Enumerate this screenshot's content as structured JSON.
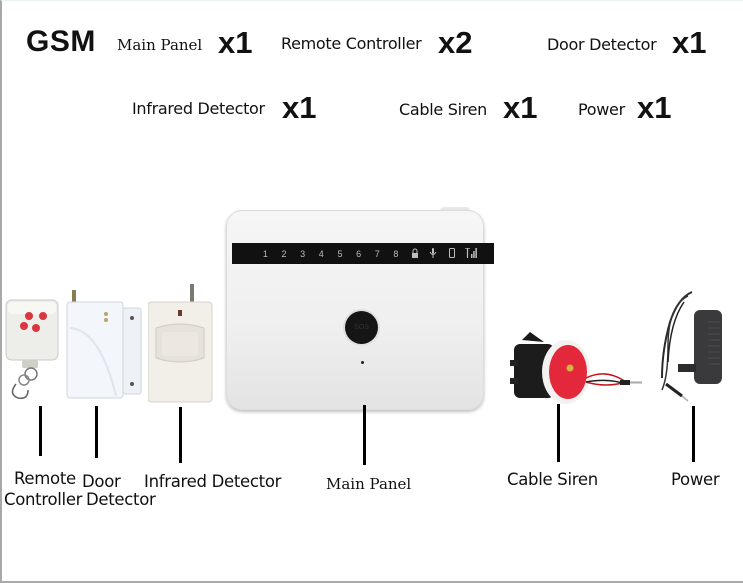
{
  "header": {
    "brand": "GSM",
    "package_contents": [
      {
        "label": "Main Panel",
        "quantity": "x1"
      },
      {
        "label": "Remote Controller",
        "quantity": "x2"
      },
      {
        "label": "Door Detector",
        "quantity": "x1"
      },
      {
        "label": "Infrared Detector",
        "quantity": "x1"
      },
      {
        "label": "Cable Siren",
        "quantity": "x1"
      },
      {
        "label": "Power",
        "quantity": "x1"
      }
    ]
  },
  "main_panel": {
    "zone_indicators": [
      "1",
      "2",
      "3",
      "4",
      "5",
      "6",
      "7",
      "8"
    ],
    "status_icons": [
      "lock-icon",
      "microphone-icon",
      "phone-icon",
      "signal-icon"
    ],
    "sos_button_label": "SOS"
  },
  "product_labels": {
    "remote_line1": "Remote",
    "remote_line2": "Controller",
    "door_line1": "Door",
    "door_line2": "Detector",
    "infrared": "Infrared Detector",
    "main_panel": "Main Panel",
    "cable_siren": "Cable Siren",
    "power": "Power"
  },
  "colors": {
    "siren_red": "#e2283a",
    "remote_button_red": "#d9363e",
    "led_strip": "#111111"
  }
}
